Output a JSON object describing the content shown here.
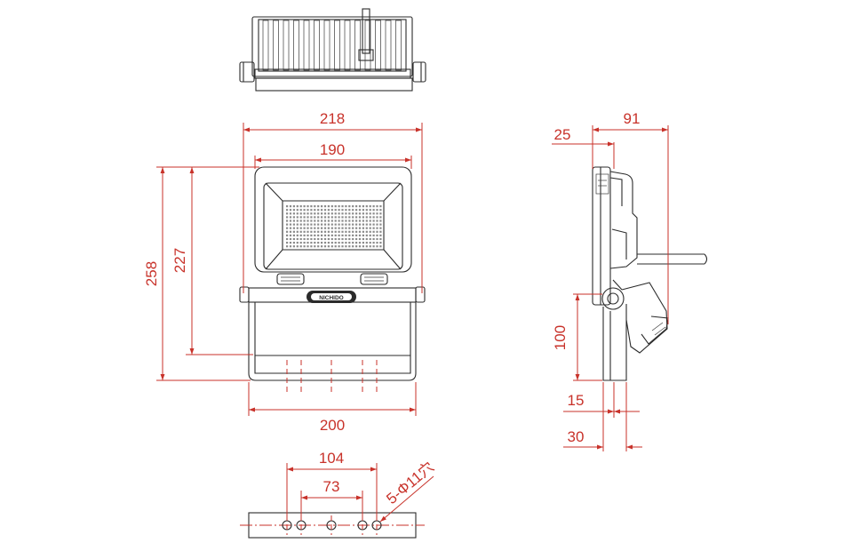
{
  "drawing": {
    "ink_color": "#2b2b2b",
    "dimension_color": "#c8322a",
    "logo_text": "NICHIDO",
    "dimensions": {
      "front_width_overall": "218",
      "front_width_face": "190",
      "front_height_overall": "258",
      "front_height_face": "227",
      "bracket_width": "200",
      "side_offset": "25",
      "side_depth": "91",
      "side_bracket_height": "100",
      "side_bracket_thickness": "15",
      "side_bracket_depth": "30",
      "hole_span_outer": "104",
      "hole_span_inner": "73",
      "hole_note": "5-Φ11穴"
    }
  }
}
